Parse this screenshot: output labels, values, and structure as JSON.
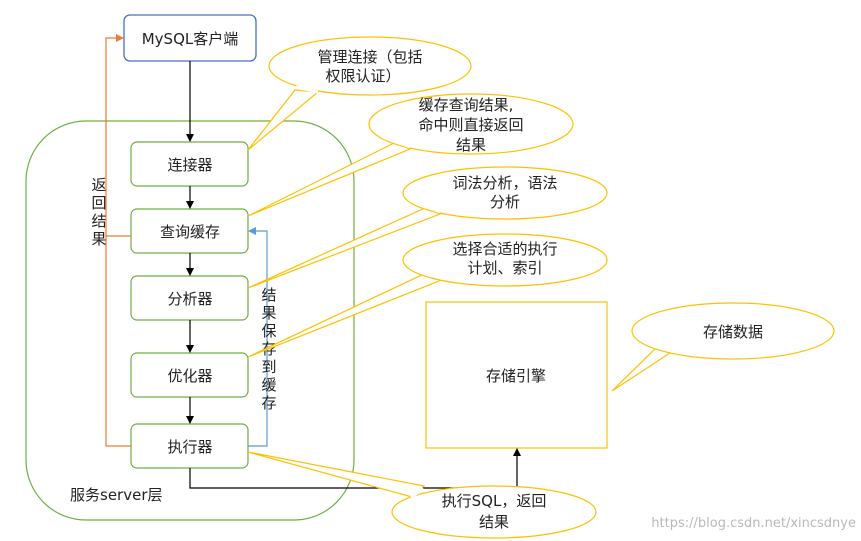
{
  "client": {
    "label": "MySQL客户端"
  },
  "server_layer": {
    "label": "服务server层"
  },
  "components": {
    "connector": "连接器",
    "query_cache": "查询缓存",
    "analyzer": "分析器",
    "optimizer": "优化器",
    "executor": "执行器"
  },
  "storage_engine": {
    "label": "存储引擎"
  },
  "return_result": [
    "返",
    "回",
    "结",
    "果"
  ],
  "save_to_cache": [
    "结",
    "果",
    "保",
    "存",
    "到",
    "缓",
    "存"
  ],
  "callouts": {
    "connector_note": [
      "管理连接（包括",
      "权限认证）"
    ],
    "cache_note": [
      "缓存查询结果,",
      "命中则直接返回",
      "结果"
    ],
    "analyzer_note": [
      "词法分析，语法",
      "分析"
    ],
    "optimizer_note": [
      "选择合适的执行",
      "计划、索引"
    ],
    "storage_note": [
      "存储数据"
    ],
    "executor_note": [
      "执行SQL，返回",
      "结果"
    ]
  },
  "watermark": "https://blog.csdn.net/xincsdnye",
  "colors": {
    "client_border": "#4472c4",
    "component_border": "#70ad47",
    "callout_border": "#ffc000",
    "return_arrow": "#ed7d31",
    "cache_arrow": "#5b9bd5"
  }
}
